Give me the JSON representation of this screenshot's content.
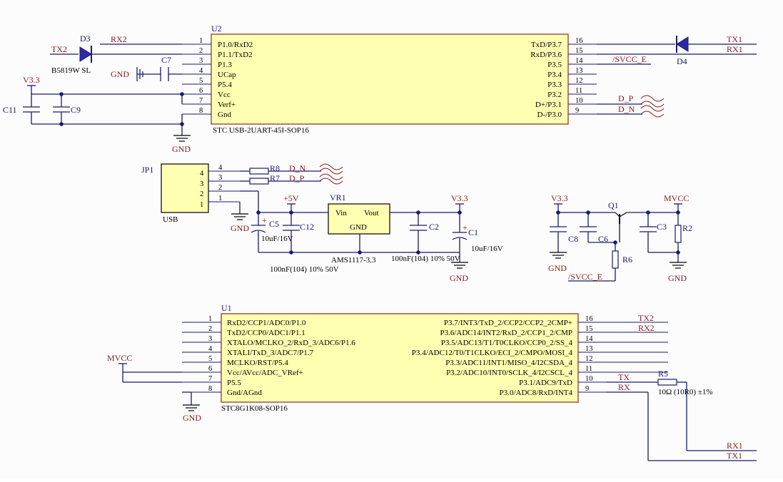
{
  "u2": {
    "ref": "U2",
    "part": "STC USB-2UART-45I-SOP16",
    "left_pins": [
      {
        "num": "1",
        "label": "P1.0/RxD2"
      },
      {
        "num": "2",
        "label": "P1.1/TxD2"
      },
      {
        "num": "3",
        "label": "P1.3"
      },
      {
        "num": "4",
        "label": "UCap"
      },
      {
        "num": "5",
        "label": "P5.4"
      },
      {
        "num": "6",
        "label": "Vcc"
      },
      {
        "num": "7",
        "label": "Verf+"
      },
      {
        "num": "8",
        "label": "Gnd"
      }
    ],
    "right_pins": [
      {
        "num": "16",
        "label": "TxD/P3.7"
      },
      {
        "num": "15",
        "label": "RxD/P3.6"
      },
      {
        "num": "14",
        "label": "P3.5"
      },
      {
        "num": "13",
        "label": "P3.4"
      },
      {
        "num": "12",
        "label": "P3.3"
      },
      {
        "num": "11",
        "label": "P3.2"
      },
      {
        "num": "10",
        "label": "D+/P3.1"
      },
      {
        "num": "9",
        "label": "D-/P3.0"
      }
    ]
  },
  "u1": {
    "ref": "U1",
    "part": "STC8G1K08-SOP16",
    "left_pins": [
      {
        "num": "1",
        "label": "RxD2/CCP1/ADC0/P1.0"
      },
      {
        "num": "2",
        "label": "TxD2/CCP0/ADC1/P1.1"
      },
      {
        "num": "3",
        "label": "XTALO/MCLKO_2/RxD_3/ADC6/P1.6"
      },
      {
        "num": "4",
        "label": "XTALI/TxD_3/ADC7/P1.7"
      },
      {
        "num": "5",
        "label": "MCLKO/RST/P5.4"
      },
      {
        "num": "6",
        "label": "Vcc/AVcc/ADC_VRef+"
      },
      {
        "num": "7",
        "label": "P5.5"
      },
      {
        "num": "8",
        "label": "Gnd/AGnd"
      }
    ],
    "right_pins": [
      {
        "num": "16",
        "label": "P3.7/INT3/TxD_2/CCP2/CCP2_2CMP+"
      },
      {
        "num": "15",
        "label": "P3.6/ADC14/INT2/RxD_2/CCP1_2/CMP"
      },
      {
        "num": "14",
        "label": "P3.5/ADC13/T1/T0CLKO/CCP0_2/SS_4"
      },
      {
        "num": "13",
        "label": "P3.4/ADC12/T0/T1CLKO/ECI_2/CMPO/MOSI_4"
      },
      {
        "num": "12",
        "label": "P3.3/ADC11/INT1/MISO_4/I2CSDA_4"
      },
      {
        "num": "11",
        "label": "P3.2/ADC10/INT0/SCLK_4/I2CSCL_4"
      },
      {
        "num": "10",
        "label": "P3.1/ADC9/TxD"
      },
      {
        "num": "9",
        "label": "P3.0/ADC8/RxD/INT4"
      }
    ]
  },
  "jp1": {
    "ref": "JP1",
    "part": "USB",
    "pins": [
      "4",
      "3",
      "2",
      "1"
    ]
  },
  "vr1": {
    "ref": "VR1",
    "part": "AMS1117-3.3",
    "vin": "Vin",
    "vout": "Vout",
    "gnd": "GND"
  },
  "q1": {
    "ref": "Q1"
  },
  "diodes": {
    "d3": {
      "ref": "D3",
      "part": "B5819W SL"
    },
    "d4": {
      "ref": "D4"
    }
  },
  "passives": {
    "c7": "C7",
    "c11": "C11",
    "c9": "C9",
    "c5": "C5",
    "c5_value": "10uF/16V",
    "c12": "C12",
    "c2": "C2",
    "c1": "C1",
    "c1_value": "10uF/16V",
    "cap_100n_left": "100nF(104) 10% 50V",
    "cap_100n_right": "100nF(104) 10% 50V",
    "c8": "C8",
    "c6": "C6",
    "c3": "C3",
    "r2": "R2",
    "r6": "R6",
    "r8": "R8",
    "r7": "R7",
    "r5": "R5",
    "r5_value": "10Ω (10R0) ±1%"
  },
  "nets": {
    "rx2": "RX2",
    "tx2": "TX2",
    "tx1": "TX1",
    "rx1": "RX1",
    "svcc_e": "/SVCC_E",
    "dp": "D_P",
    "dn": "D_N",
    "v33": "V3.3",
    "gnd": "GND",
    "gnd_dot": "GND",
    "v5": "+5V",
    "mvcc": "MVCC",
    "tx": "TX",
    "rx": "RX"
  },
  "plus_sign": "+",
  "pin_one": "1"
}
